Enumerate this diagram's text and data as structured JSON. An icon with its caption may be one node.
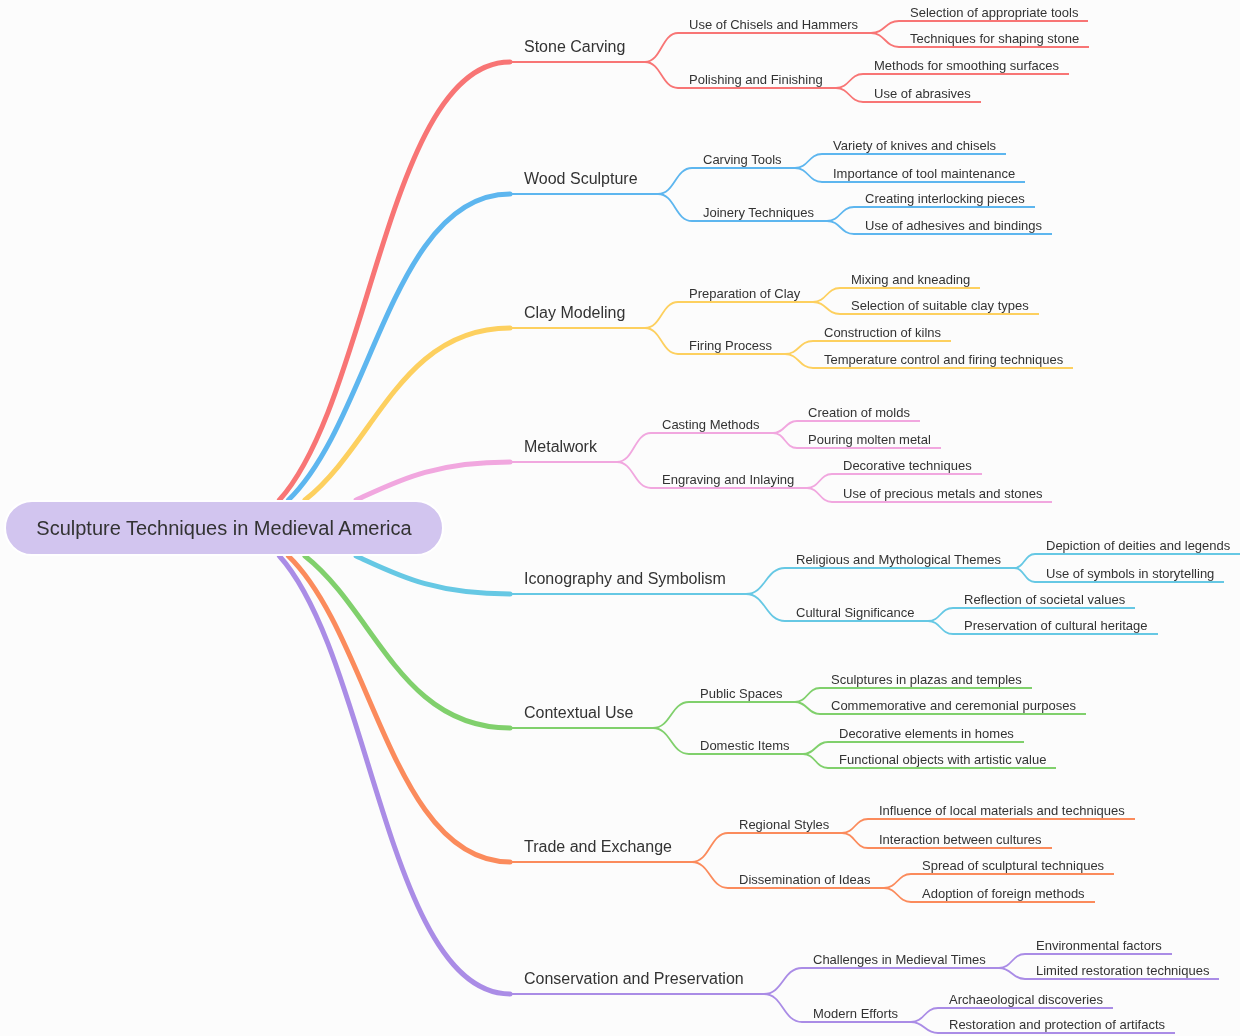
{
  "diagram": {
    "nodes": [
      {
        "text": [
          "Sculpture Techniques in Medieval America"
        ]
      },
      {
        "text": [
          "Stone Carving"
        ]
      },
      {
        "text": [
          "Use of Chisels and Hammers"
        ]
      },
      {
        "text": [
          "Selection of appropriate tools"
        ]
      },
      {
        "text": [
          "Techniques for shaping stone"
        ]
      },
      {
        "text": [
          "Polishing and Finishing"
        ]
      },
      {
        "text": [
          "Methods for smoothing surfaces"
        ]
      },
      {
        "text": [
          "Use of abrasives"
        ]
      },
      {
        "text": [
          "Wood Sculpture"
        ]
      },
      {
        "text": [
          "Carving Tools"
        ]
      },
      {
        "text": [
          "Variety of knives and chisels"
        ]
      },
      {
        "text": [
          "Importance of tool maintenance"
        ]
      },
      {
        "text": [
          "Joinery Techniques"
        ]
      },
      {
        "text": [
          "Creating interlocking pieces"
        ]
      },
      {
        "text": [
          "Use of adhesives and bindings"
        ]
      },
      {
        "text": [
          "Clay Modeling"
        ]
      },
      {
        "text": [
          "Preparation of Clay"
        ]
      },
      {
        "text": [
          "Mixing and kneading"
        ]
      },
      {
        "text": [
          "Selection of suitable clay types"
        ]
      },
      {
        "text": [
          "Firing Process"
        ]
      },
      {
        "text": [
          "Construction of kilns"
        ]
      },
      {
        "text": [
          "Temperature control and firing techniques"
        ]
      },
      {
        "text": [
          "Metalwork"
        ]
      },
      {
        "text": [
          "Casting Methods"
        ]
      },
      {
        "text": [
          "Creation of molds"
        ]
      },
      {
        "text": [
          "Pouring molten metal"
        ]
      },
      {
        "text": [
          "Engraving and Inlaying"
        ]
      },
      {
        "text": [
          "Decorative techniques"
        ]
      },
      {
        "text": [
          "Use of precious metals and stones"
        ]
      },
      {
        "text": [
          "Iconography and Symbolism"
        ]
      },
      {
        "text": [
          "Religious and Mythological Themes"
        ]
      },
      {
        "text": [
          "Depiction of deities and legends"
        ]
      },
      {
        "text": [
          "Use of symbols in storytelling"
        ]
      },
      {
        "text": [
          "Cultural Significance"
        ]
      },
      {
        "text": [
          "Reflection of societal values"
        ]
      },
      {
        "text": [
          "Preservation of cultural heritage"
        ]
      },
      {
        "text": [
          "Contextual Use"
        ]
      },
      {
        "text": [
          "Public Spaces"
        ]
      },
      {
        "text": [
          "Sculptures in plazas and temples"
        ]
      },
      {
        "text": [
          "Commemorative and ceremonial purposes"
        ]
      },
      {
        "text": [
          "Domestic Items"
        ]
      },
      {
        "text": [
          "Decorative elements in homes"
        ]
      },
      {
        "text": [
          "Functional objects with artistic value"
        ]
      },
      {
        "text": [
          "Trade and Exchange"
        ]
      },
      {
        "text": [
          "Regional Styles"
        ]
      },
      {
        "text": [
          "Influence of local materials and techniques"
        ]
      },
      {
        "text": [
          "Interaction between cultures"
        ]
      },
      {
        "text": [
          "Dissemination of Ideas"
        ]
      },
      {
        "text": [
          "Spread of sculptural techniques"
        ]
      },
      {
        "text": [
          "Adoption of foreign methods"
        ]
      },
      {
        "text": [
          "Conservation and Preservation"
        ]
      },
      {
        "text": [
          "Challenges in Medieval Times"
        ]
      },
      {
        "text": [
          "Environmental factors"
        ]
      },
      {
        "text": [
          "Limited restoration techniques"
        ]
      },
      {
        "text": [
          "Modern Efforts"
        ]
      },
      {
        "text": [
          "Archaeological discoveries"
        ]
      },
      {
        "text": [
          "Restoration and protection of artifacts"
        ]
      }
    ],
    "edges": [
      {
        "from": 0,
        "to": 1,
        "arrow": "none",
        "style": "thick",
        "color": "#f87575"
      },
      {
        "from": 1,
        "to": 2,
        "arrow": "none",
        "color": "#f87575"
      },
      {
        "from": 2,
        "to": 3,
        "arrow": "none",
        "color": "#f87575"
      },
      {
        "from": 2,
        "to": 4,
        "arrow": "none",
        "color": "#f87575"
      },
      {
        "from": 1,
        "to": 5,
        "arrow": "none",
        "color": "#f87575"
      },
      {
        "from": 5,
        "to": 6,
        "arrow": "none",
        "color": "#f87575"
      },
      {
        "from": 5,
        "to": 7,
        "arrow": "none",
        "color": "#f87575"
      },
      {
        "from": 0,
        "to": 8,
        "arrow": "none",
        "style": "thick",
        "color": "#5db6ef"
      },
      {
        "from": 8,
        "to": 9,
        "arrow": "none",
        "color": "#5db6ef"
      },
      {
        "from": 9,
        "to": 10,
        "arrow": "none",
        "color": "#5db6ef"
      },
      {
        "from": 9,
        "to": 11,
        "arrow": "none",
        "color": "#5db6ef"
      },
      {
        "from": 8,
        "to": 12,
        "arrow": "none",
        "color": "#5db6ef"
      },
      {
        "from": 12,
        "to": 13,
        "arrow": "none",
        "color": "#5db6ef"
      },
      {
        "from": 12,
        "to": 14,
        "arrow": "none",
        "color": "#5db6ef"
      },
      {
        "from": 0,
        "to": 15,
        "arrow": "none",
        "style": "thick",
        "color": "#fdd05f"
      },
      {
        "from": 15,
        "to": 16,
        "arrow": "none",
        "color": "#fdd05f"
      },
      {
        "from": 16,
        "to": 17,
        "arrow": "none",
        "color": "#fdd05f"
      },
      {
        "from": 16,
        "to": 18,
        "arrow": "none",
        "color": "#fdd05f"
      },
      {
        "from": 15,
        "to": 19,
        "arrow": "none",
        "color": "#fdd05f"
      },
      {
        "from": 19,
        "to": 20,
        "arrow": "none",
        "color": "#fdd05f"
      },
      {
        "from": 19,
        "to": 21,
        "arrow": "none",
        "color": "#fdd05f"
      },
      {
        "from": 0,
        "to": 22,
        "arrow": "none",
        "style": "thick",
        "color": "#f1a7df"
      },
      {
        "from": 22,
        "to": 23,
        "arrow": "none",
        "color": "#f1a7df"
      },
      {
        "from": 23,
        "to": 24,
        "arrow": "none",
        "color": "#f1a7df"
      },
      {
        "from": 23,
        "to": 25,
        "arrow": "none",
        "color": "#f1a7df"
      },
      {
        "from": 22,
        "to": 26,
        "arrow": "none",
        "color": "#f1a7df"
      },
      {
        "from": 26,
        "to": 27,
        "arrow": "none",
        "color": "#f1a7df"
      },
      {
        "from": 26,
        "to": 28,
        "arrow": "none",
        "color": "#f1a7df"
      },
      {
        "from": 0,
        "to": 29,
        "arrow": "none",
        "style": "thick",
        "color": "#66c8e4"
      },
      {
        "from": 29,
        "to": 30,
        "arrow": "none",
        "color": "#66c8e4"
      },
      {
        "from": 30,
        "to": 31,
        "arrow": "none",
        "color": "#66c8e4"
      },
      {
        "from": 30,
        "to": 32,
        "arrow": "none",
        "color": "#66c8e4"
      },
      {
        "from": 29,
        "to": 33,
        "arrow": "none",
        "color": "#66c8e4"
      },
      {
        "from": 33,
        "to": 34,
        "arrow": "none",
        "color": "#66c8e4"
      },
      {
        "from": 33,
        "to": 35,
        "arrow": "none",
        "color": "#66c8e4"
      },
      {
        "from": 0,
        "to": 36,
        "arrow": "none",
        "style": "thick",
        "color": "#80d06c"
      },
      {
        "from": 36,
        "to": 37,
        "arrow": "none",
        "color": "#80d06c"
      },
      {
        "from": 37,
        "to": 38,
        "arrow": "none",
        "color": "#80d06c"
      },
      {
        "from": 37,
        "to": 39,
        "arrow": "none",
        "color": "#80d06c"
      },
      {
        "from": 36,
        "to": 40,
        "arrow": "none",
        "color": "#80d06c"
      },
      {
        "from": 40,
        "to": 41,
        "arrow": "none",
        "color": "#80d06c"
      },
      {
        "from": 40,
        "to": 42,
        "arrow": "none",
        "color": "#80d06c"
      },
      {
        "from": 0,
        "to": 43,
        "arrow": "none",
        "style": "thick",
        "color": "#fb8b5c"
      },
      {
        "from": 43,
        "to": 44,
        "arrow": "none",
        "color": "#fb8b5c"
      },
      {
        "from": 44,
        "to": 45,
        "arrow": "none",
        "color": "#fb8b5c"
      },
      {
        "from": 44,
        "to": 46,
        "arrow": "none",
        "color": "#fb8b5c"
      },
      {
        "from": 43,
        "to": 47,
        "arrow": "none",
        "color": "#fb8b5c"
      },
      {
        "from": 47,
        "to": 48,
        "arrow": "none",
        "color": "#fb8b5c"
      },
      {
        "from": 47,
        "to": 49,
        "arrow": "none",
        "color": "#fb8b5c"
      },
      {
        "from": 0,
        "to": 50,
        "arrow": "none",
        "style": "thick",
        "color": "#aa8ce6"
      },
      {
        "from": 50,
        "to": 51,
        "arrow": "none",
        "color": "#aa8ce6"
      },
      {
        "from": 51,
        "to": 52,
        "arrow": "none",
        "color": "#aa8ce6"
      },
      {
        "from": 51,
        "to": 53,
        "arrow": "none",
        "color": "#aa8ce6"
      },
      {
        "from": 50,
        "to": 54,
        "arrow": "none",
        "color": "#aa8ce6"
      },
      {
        "from": 54,
        "to": 55,
        "arrow": "none",
        "color": "#aa8ce6"
      },
      {
        "from": 54,
        "to": 56,
        "arrow": "none",
        "color": "#aa8ce6"
      }
    ]
  }
}
